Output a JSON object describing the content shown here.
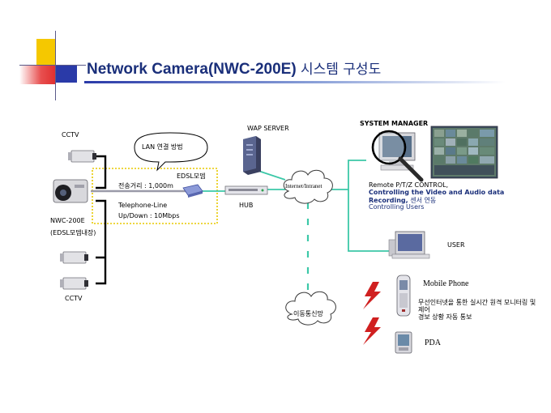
{
  "title": {
    "main": "Network Camera(NWC-200E)",
    "korean": "시스템 구성도"
  },
  "labels": {
    "cctv_top": "CCTV",
    "cctv_bottom": "CCTV",
    "nwc_line1": "NWC-200E",
    "nwc_line2": "(EDSL모뎀내장)",
    "lan_bubble": "LAN 연결  방법",
    "edsl_modem": "EDSL모뎀",
    "distance": "전송거리 : 1,000m",
    "telephone_line": "Telephone-Line",
    "updown": "Up/Down : 10Mbps",
    "hub": "HUB",
    "wap_server": "WAP SERVER",
    "internet_cloud": "Internet/Intranet",
    "mobile_cloud": "이동통신망",
    "system_manager": "SYSTEM MANAGER",
    "sm_line1": "Remote P/T/Z CONTROL,",
    "sm_line2": "Controlling the Video and Audio data",
    "sm_line3a": "Recording,",
    "sm_line3b": " 센서 연동",
    "sm_line4": "Controlling Users",
    "user": "USER",
    "mobile_phone": "Mobile Phone",
    "mobile_desc1": "무선인터넷을 통한 실시간 원격 모니터링 및",
    "mobile_desc2": "제어",
    "mobile_desc3": "경보 상황 자동 통보",
    "pda": "PDA"
  },
  "colors": {
    "title": "#1a2f7a",
    "link_line": "#3cc8a8",
    "dotted_box": "#e8c800",
    "accent_yellow": "#f5c800",
    "accent_red": "#e03030",
    "accent_blue": "#2a3aa8"
  },
  "icons": [
    "cctv-camera-icon",
    "network-camera-icon",
    "edsl-modem-icon",
    "hub-icon",
    "server-icon",
    "cloud-icon",
    "magnifier-icon",
    "monitor-icon",
    "mobile-phone-icon",
    "pda-icon",
    "lightning-icon"
  ]
}
